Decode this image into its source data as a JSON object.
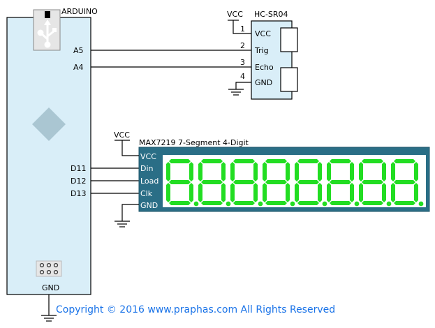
{
  "arduino": {
    "title": "ARDUINO",
    "pins": {
      "a5": "A5",
      "a4": "A4",
      "d11": "D11",
      "d12": "D12",
      "d13": "D13",
      "gnd": "GND"
    }
  },
  "sensor": {
    "vcc_supply": "VCC",
    "title": "HC-SR04",
    "pin_numbers": [
      "1",
      "2",
      "3",
      "4"
    ],
    "pins": [
      "VCC",
      "Trig",
      "Echo",
      "GND"
    ]
  },
  "display": {
    "vcc_supply": "VCC",
    "title": "MAX7219  7-Segment  4-Digit",
    "pins": [
      "VCC",
      "Din",
      "Load",
      "Clk",
      "GND"
    ],
    "digit_count": 8,
    "segment_color": "#22dd22",
    "panel_color": "#2a6e86"
  },
  "copyright": "Copyright © 2016 www.praphas.com  All Rights Reserved",
  "colors": {
    "arduino_body": "#d9eef8",
    "sensor_body": "#d9eef8",
    "copyright": "#1a73e8"
  }
}
